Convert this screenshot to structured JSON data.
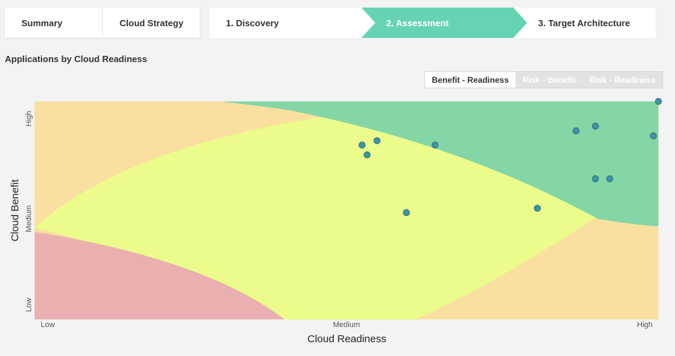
{
  "tabs": [
    {
      "label": "Summary"
    },
    {
      "label": "Cloud Strategy"
    }
  ],
  "steps": [
    {
      "label": "1. Discovery",
      "active": false
    },
    {
      "label": "2. Assessment",
      "active": true
    },
    {
      "label": "3. Target Architecture",
      "active": false
    }
  ],
  "colors": {
    "accent": "#66d4b3",
    "zone_green": "#84d6a6",
    "zone_yellow": "#ebfc8b",
    "zone_orange": "#f9e0a0",
    "zone_red": "#eab0b0",
    "point": "#3e94a4"
  },
  "section_title": "Applications by Cloud Readiness",
  "view_toggle": [
    {
      "label": "Benefit - Readiness",
      "active": true
    },
    {
      "label": "Risk - Benefit",
      "active": false
    },
    {
      "label": "Risk - Readiness",
      "active": false
    }
  ],
  "chart_data": {
    "type": "scatter",
    "title": "",
    "xlabel": "Cloud Readiness",
    "ylabel": "Cloud Benefit",
    "x_ticks": [
      "Low",
      "Medium",
      "High"
    ],
    "y_ticks": [
      "Low",
      "Medium",
      "High"
    ],
    "xlim": [
      0,
      1
    ],
    "ylim": [
      0,
      1
    ],
    "grid": false,
    "points": [
      {
        "x": 0.525,
        "y": 0.8
      },
      {
        "x": 0.549,
        "y": 0.82
      },
      {
        "x": 0.533,
        "y": 0.755
      },
      {
        "x": 0.642,
        "y": 0.8
      },
      {
        "x": 0.596,
        "y": 0.49
      },
      {
        "x": 0.806,
        "y": 0.51
      },
      {
        "x": 0.868,
        "y": 0.865
      },
      {
        "x": 0.899,
        "y": 0.887
      },
      {
        "x": 0.899,
        "y": 0.645
      },
      {
        "x": 0.922,
        "y": 0.645
      },
      {
        "x": 0.992,
        "y": 0.842
      },
      {
        "x": 1.0,
        "y": 1.0
      }
    ]
  }
}
